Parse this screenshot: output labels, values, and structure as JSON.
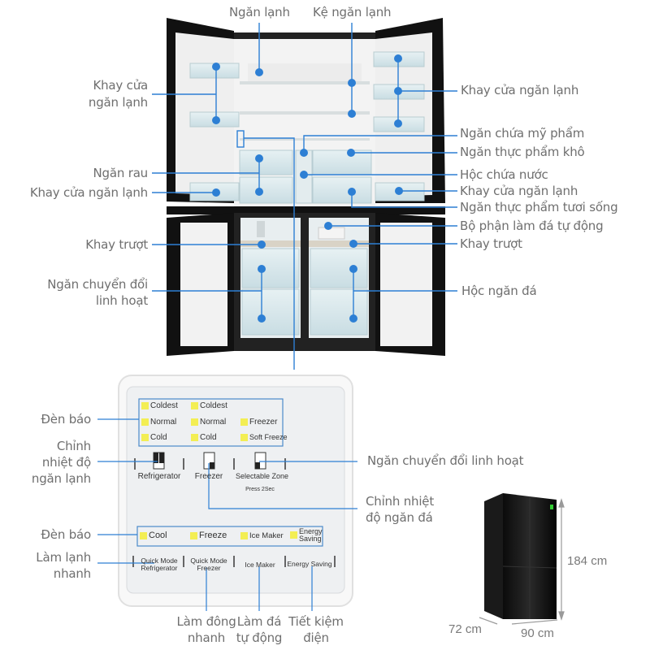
{
  "fridge_diagram": {
    "accent_color": "#2d7fd4",
    "callouts": {
      "ngan_lanh": "Ngăn lạnh",
      "ke_ngan_lanh": "Kệ ngăn lạnh",
      "khay_cua_left_1": "Khay cửa",
      "khay_cua_left_2": "ngăn lạnh",
      "khay_cua_right_top": "Khay cửa ngăn lạnh",
      "ngan_chua_my_pham": "Ngăn chứa mỹ phẩm",
      "ngan_thuc_pham_kho": "Ngăn thực phẩm khô",
      "ngan_rau": "Ngăn rau",
      "hoc_chua_nuoc": "Hộc chứa nước",
      "khay_cua_left_bottom": "Khay cửa ngăn lạnh",
      "khay_cua_right_bottom": "Khay cửa ngăn lạnh",
      "ngan_thuc_pham_tuoi_song": "Ngăn thực phẩm tươi sống",
      "bo_phan_lam_da": "Bộ phận làm đá tự động",
      "khay_truot_left": "Khay trượt",
      "khay_truot_right": "Khay trượt",
      "ngan_chuyen_doi_1": "Ngăn chuyển đổi",
      "ngan_chuyen_doi_2": "linh hoạt",
      "hoc_ngan_da": "Hộc ngăn đá"
    }
  },
  "control_panel": {
    "callouts": {
      "den_bao_top": "Đèn báo",
      "chinh_nhiet_1": "Chỉnh",
      "chinh_nhiet_2": "nhiệt độ",
      "chinh_nhiet_3": "ngăn lạnh",
      "ngan_chuyen_doi": "Ngăn chuyển đổi linh hoạt",
      "chinh_nhiet_da_1": "Chỉnh nhiệt",
      "chinh_nhiet_da_2": "độ ngăn đá",
      "den_bao_bottom": "Đèn báo",
      "lam_lanh_nhanh_1": "Làm lạnh",
      "lam_lanh_nhanh_2": "nhanh",
      "lam_dong_nhanh_1": "Làm đông",
      "lam_dong_nhanh_2": "nhanh",
      "lam_da_1": "Làm đá",
      "lam_da_2": "tự động",
      "tiet_kiem_1": "Tiết kiệm",
      "tiet_kiem_2": "điện"
    },
    "indicators_top": [
      [
        "Coldest",
        "Coldest",
        ""
      ],
      [
        "Normal",
        "Normal",
        "Freezer"
      ],
      [
        "Cold",
        "Cold",
        "Soft Freeze"
      ]
    ],
    "temp_buttons": [
      {
        "label": "Refrigerator",
        "sub": ""
      },
      {
        "label": "Freezer",
        "sub": ""
      },
      {
        "label": "Selectable Zone",
        "sub": "Press 2Sec"
      }
    ],
    "indicators_bottom": [
      "Cool",
      "Freeze",
      "Ice Maker",
      "Energy Saving"
    ],
    "mode_buttons": [
      {
        "line1": "Quick Mode",
        "line2": "Refrigerator"
      },
      {
        "line1": "Quick Mode",
        "line2": "Freezer"
      },
      {
        "line1": "Ice Maker",
        "line2": ""
      },
      {
        "line1": "Energy Saving",
        "line2": ""
      }
    ],
    "led_color": "#f3ee54"
  },
  "dimensions": {
    "height": "184 cm",
    "width": "90 cm",
    "depth": "72 cm"
  }
}
